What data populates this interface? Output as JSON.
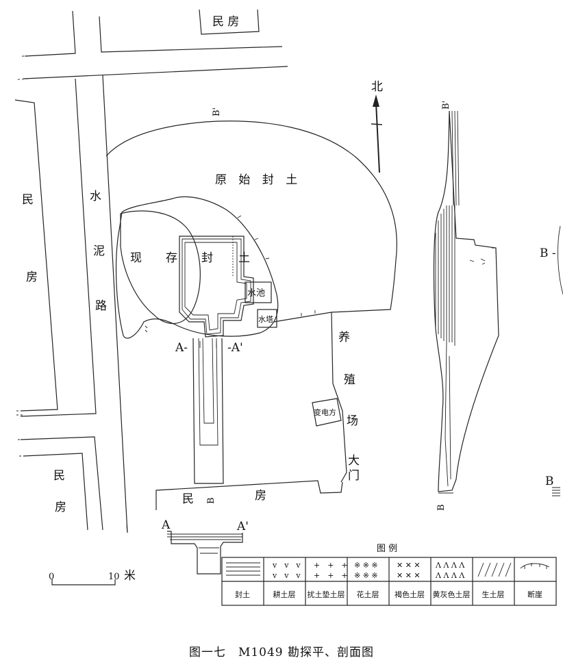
{
  "labels": {
    "house_top": "民 房",
    "house_left": [
      "民",
      "房"
    ],
    "road": [
      "水",
      "泥",
      "路"
    ],
    "house_bottom_left": [
      "民",
      "房"
    ],
    "house_bottom_1": "民",
    "house_bottom_2": "房",
    "original_mound": "原 始 封 土",
    "existing_mound": [
      "现",
      "存",
      "封",
      "土"
    ],
    "pool": "水池",
    "tower": "水塔",
    "farm": [
      "养",
      "殖",
      "场"
    ],
    "transformer": "变电方",
    "gate": [
      "大",
      "门"
    ],
    "north": "北",
    "section_a_left": "A",
    "section_a_right": "A'",
    "plan_a_left": "A-",
    "plan_a_right": "-A'",
    "section_b_top": "B'",
    "section_b_bottom": "B",
    "plan_b_top": "B'",
    "plan_b_bottom": "B",
    "right_b_upper": "B -",
    "right_b_lower": "B",
    "scale_zero": "0",
    "scale_ten": "10",
    "scale_unit": "米"
  },
  "legend": {
    "title": "图 例",
    "items": [
      {
        "name": "封土",
        "pattern": "horizontal-lines"
      },
      {
        "name": "耕土层",
        "pattern": "v-marks"
      },
      {
        "name": "扰土垫土层",
        "pattern": "cross-marks"
      },
      {
        "name": "花土层",
        "pattern": "snowflake-marks"
      },
      {
        "name": "褐色土层",
        "pattern": "x-marks"
      },
      {
        "name": "黄灰色土层",
        "pattern": "caret-marks"
      },
      {
        "name": "生土层",
        "pattern": "slash-marks"
      },
      {
        "name": "断崖",
        "pattern": "cliff-line"
      }
    ]
  },
  "caption": "图一七　M1049 勘探平、剖面图"
}
